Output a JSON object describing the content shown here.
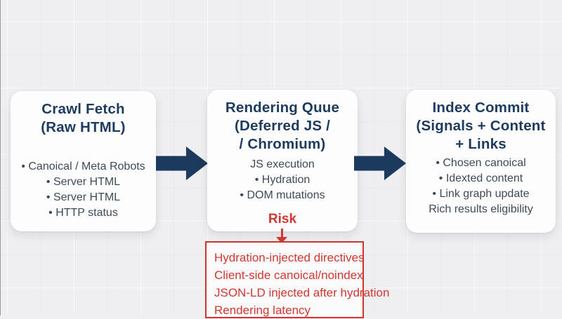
{
  "diagram": {
    "cards": [
      {
        "title_lines": [
          "Crawl Fetch",
          "(Raw HTML)"
        ],
        "items": [
          "• Canoical / Meta Robots",
          "• Server HTML",
          "• Server HTML",
          "• HTTP status"
        ]
      },
      {
        "title_lines": [
          "Rendering Quue",
          "(Deferred JS /",
          "/ Chromium)"
        ],
        "items": [
          "JS execution",
          "• Hydration",
          "• DOM mutations"
        ],
        "risk_label": "Risk"
      },
      {
        "title_lines": [
          "Index Commit",
          "(Signals + Content",
          "+ Links"
        ],
        "items": [
          "• Chosen canoical",
          "• Idexted content",
          "• Link graph update",
          "Rich results eligibility"
        ]
      }
    ],
    "risk_box": {
      "items": [
        "Hydration-injected directives",
        "Client-side canoical/noindex",
        "JSON-LD injected after hydration",
        "Rendering latency"
      ]
    },
    "colors": {
      "navy": "#1d3b5f",
      "red": "#d23730",
      "item_text": "#3d4a58",
      "background": "#efeff1",
      "card": "#fdfdfe"
    }
  }
}
